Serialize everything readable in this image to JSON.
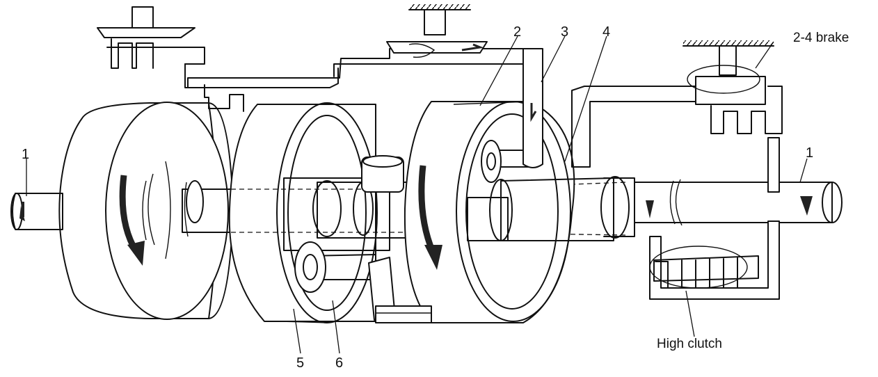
{
  "labels": {
    "part_1_left": "1",
    "part_1_right": "1",
    "part_2": "2",
    "part_3": "3",
    "part_4": "4",
    "part_5": "5",
    "part_6": "6",
    "brake": "2-4 brake",
    "clutch": "High clutch"
  },
  "colors": {
    "ink": "#111111",
    "dark_fill": "#6e6e6e",
    "shaft_fill": "#d8d8d8",
    "hatch": "#444444"
  }
}
